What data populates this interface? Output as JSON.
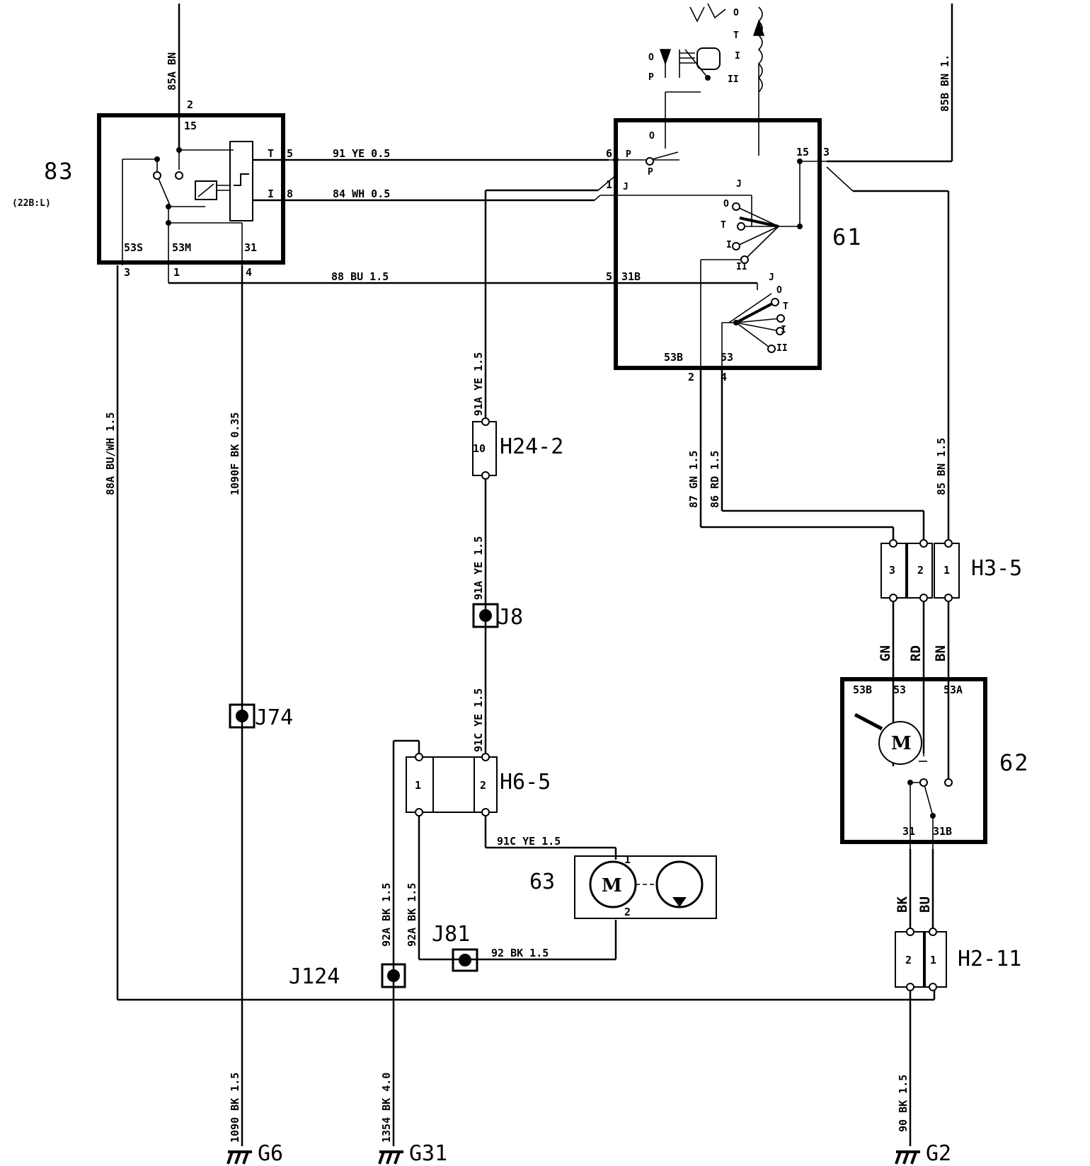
{
  "components": {
    "c83": {
      "id": "83",
      "sub": "(22B:L)",
      "pins": {
        "p53s": "53S",
        "p53m": "53M",
        "p31": "31",
        "p15": "15",
        "pT": "T",
        "pI": "I"
      },
      "nums": {
        "n2": "2",
        "n3": "3",
        "n1": "1",
        "n4": "4",
        "n5": "5",
        "n8": "8"
      }
    },
    "c61": {
      "id": "61",
      "pins": {
        "p31b": "31B",
        "p53b": "53B",
        "p53": "53",
        "p15": "15"
      },
      "nums": {
        "n6": "6",
        "n1": "1",
        "n5": "5",
        "n3": "3",
        "n2": "2",
        "n4": "4"
      },
      "letters": {
        "o": "O",
        "p": "P",
        "j": "J",
        "t": "T",
        "i": "I",
        "ii": "II"
      }
    },
    "c62": {
      "id": "62",
      "pins": {
        "p53b": "53B",
        "p53": "53",
        "p53a": "53A",
        "p31": "31",
        "p31b": "31B"
      },
      "motor": "M"
    },
    "c63": {
      "id": "63",
      "motor": "M",
      "p1": "1",
      "p2": "2"
    }
  },
  "connectors": {
    "h24": {
      "id": "H24-2",
      "pin": "10"
    },
    "h6": {
      "id": "H6-5",
      "pin1": "1",
      "pin2": "2"
    },
    "h3": {
      "id": "H3-5",
      "pin1": "1",
      "pin2": "2",
      "pin3": "3"
    },
    "h2": {
      "id": "H2-11",
      "pin1": "1",
      "pin2": "2"
    }
  },
  "junctions": {
    "j8": "J8",
    "j74": "J74",
    "j81": "J81",
    "j124": "J124"
  },
  "grounds": {
    "g6": "G6",
    "g31": "G31",
    "g2": "G2"
  },
  "wires": {
    "w85a": "85A BN",
    "w85b": "85B BN 1.",
    "w91": "91 YE 0.5",
    "w84": "84 WH 0.5",
    "w88": "88 BU 1.5",
    "w88a": "88A BU/WH 1.5",
    "w1090f": "1090F BK 0.35",
    "w91a_top": "91A YE 1.5",
    "w91a_mid": "91A YE 1.5",
    "w91c": "91C YE 1.5",
    "w91c_h": "91C YE 1.5",
    "w87": "87 GN 1.5",
    "w86": "86 RD 1.5",
    "w85": "85 BN 1.5",
    "gn": "GN",
    "rd": "RD",
    "bn": "BN",
    "bk": "BK",
    "bu": "BU",
    "w92a_l": "92A BK 1.5",
    "w92a_r": "92A BK 1.5",
    "w92": "92 BK 1.5",
    "w1090": "1090 BK 1.5",
    "w1354": "1354 BK 4.0",
    "w90": "90 BK 1.5"
  },
  "switch_labels": {
    "o": "O",
    "t": "T",
    "i": "I",
    "ii": "II",
    "p": "P"
  }
}
